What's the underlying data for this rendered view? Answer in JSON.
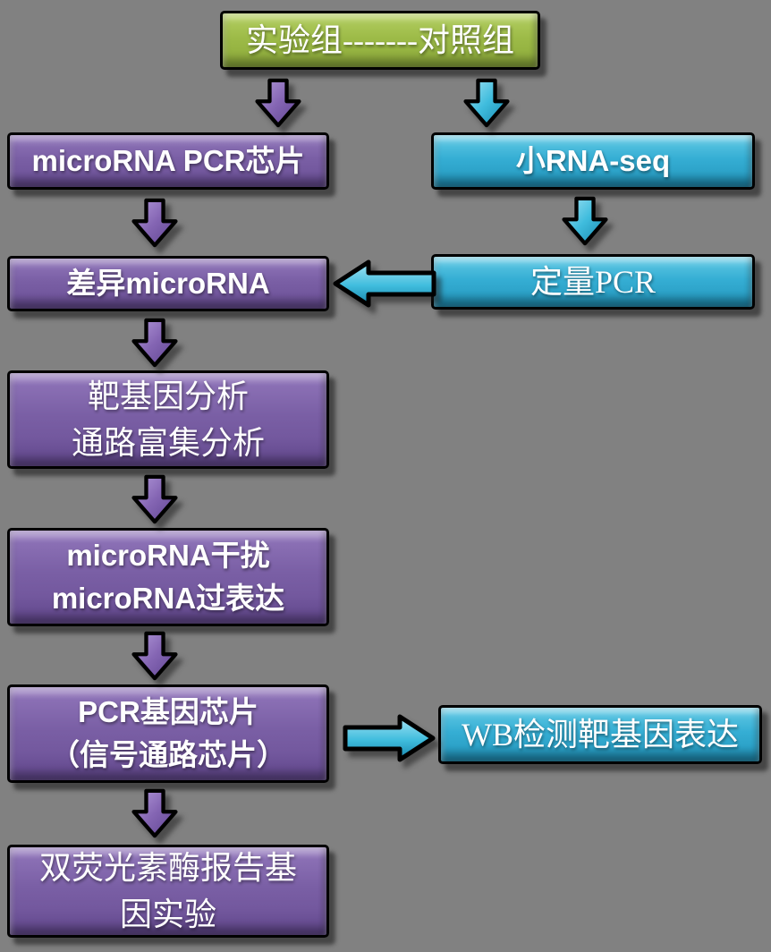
{
  "diagram": {
    "title": "microRNA research workflow flowchart",
    "background_color": "#818181",
    "colors": {
      "green_box": "#9dbb48",
      "purple_box": "#7a5fa5",
      "cyan_box": "#35aed4",
      "outline": "#000000",
      "text": "#ffffff"
    },
    "nodes": {
      "start": {
        "label": "实验组-------对照组"
      },
      "microrna_pcr_chip": {
        "label": "microRNA PCR芯片"
      },
      "small_rna_seq": {
        "label": "小RNA-seq"
      },
      "diff_microrna": {
        "label": "差异microRNA"
      },
      "qpcr": {
        "label": "定量PCR"
      },
      "target_gene_analysis": {
        "line1": "靶基因分析",
        "line2": "通路富集分析"
      },
      "microrna_perturbation": {
        "line1": "microRNA干扰",
        "line2": "microRNA过表达"
      },
      "pcr_gene_chip": {
        "line1": "PCR基因芯片",
        "line2": "（信号通路芯片）"
      },
      "wb_detection": {
        "label": "WB检测靶基因表达"
      },
      "luciferase_assay": {
        "line1": "双荧光素酶报告基",
        "line2": "因实验"
      }
    },
    "edges": [
      {
        "from": "start",
        "to": "microrna_pcr_chip",
        "arrow": "purple-down"
      },
      {
        "from": "start",
        "to": "small_rna_seq",
        "arrow": "cyan-down"
      },
      {
        "from": "microrna_pcr_chip",
        "to": "diff_microrna",
        "arrow": "purple-down"
      },
      {
        "from": "small_rna_seq",
        "to": "qpcr",
        "arrow": "cyan-down"
      },
      {
        "from": "qpcr",
        "to": "diff_microrna",
        "arrow": "cyan-left"
      },
      {
        "from": "diff_microrna",
        "to": "target_gene_analysis",
        "arrow": "purple-down"
      },
      {
        "from": "target_gene_analysis",
        "to": "microrna_perturbation",
        "arrow": "purple-down"
      },
      {
        "from": "microrna_perturbation",
        "to": "pcr_gene_chip",
        "arrow": "purple-down"
      },
      {
        "from": "pcr_gene_chip",
        "to": "wb_detection",
        "arrow": "cyan-right"
      },
      {
        "from": "pcr_gene_chip",
        "to": "luciferase_assay",
        "arrow": "purple-down"
      }
    ]
  }
}
